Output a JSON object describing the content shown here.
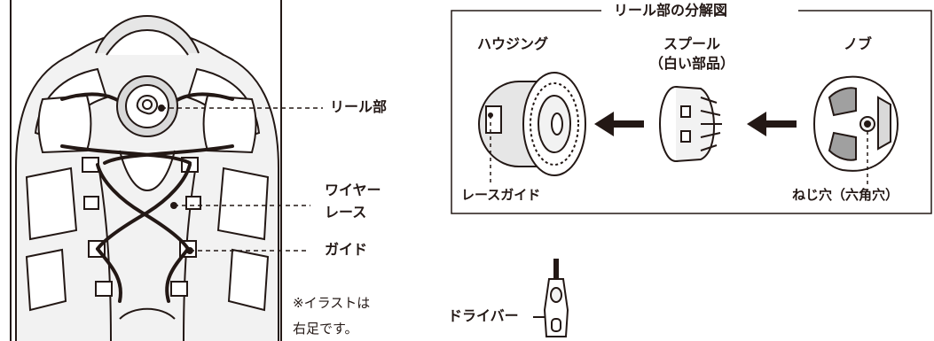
{
  "boot_labels": {
    "reel": "リール部",
    "wire_lace_line1": "ワイヤー",
    "wire_lace_line2": "レース",
    "guide": "ガイド",
    "note_line1": "※イラストは",
    "note_line2": "右足です。"
  },
  "exploded_view": {
    "title": "リール部の分解図",
    "housing": "ハウジング",
    "spool_line1": "スプール",
    "spool_line2": "（白い部品）",
    "knob": "ノブ",
    "lace_guide": "レースガイド",
    "screw_hole": "ねじ穴（六角穴）"
  },
  "driver": {
    "label": "ドライバー"
  },
  "colors": {
    "ink": "#231815",
    "fill_light": "#f2f2f2",
    "fill_mid": "#d9d9d9",
    "paper": "#ffffff"
  }
}
